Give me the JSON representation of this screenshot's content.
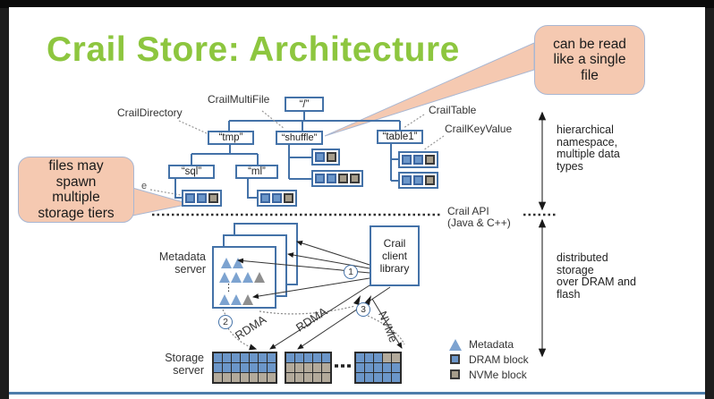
{
  "title": "Crail Store: Architecture",
  "callouts": {
    "single_file": {
      "l1": "can be read",
      "l2": "like a single",
      "l3": "file"
    },
    "tiers": {
      "l1": "files may",
      "l2": "spawn",
      "l3": "multiple",
      "l4": "storage tiers"
    }
  },
  "tree": {
    "root": "“/”",
    "tmp": "“tmp”",
    "shuffle": "“shuffle”",
    "table1": "“table1”",
    "sql": "“sql”",
    "ml": "“ml”",
    "labels": {
      "directory": "CrailDirectory",
      "multifile": "CrailMultiFile",
      "table": "CrailTable",
      "keyvalue": "CrailKeyValue",
      "file_remnant": "e"
    }
  },
  "api": {
    "name": "Crail API",
    "lang": "(Java & C++)"
  },
  "annotations": {
    "namespace": {
      "l1": "hierarchical",
      "l2": "namespace,",
      "l3": "multiple data",
      "l4": "types"
    },
    "distributed": {
      "l1": "distributed",
      "l2": "storage",
      "l3": "over DRAM and",
      "l4": "flash"
    }
  },
  "servers": {
    "metadata": {
      "l1": "Metadata",
      "l2": "server"
    },
    "client": {
      "l1": "Crail",
      "l2": "client",
      "l3": "library"
    },
    "storage": {
      "l1": "Storage",
      "l2": "server"
    }
  },
  "steps": {
    "s1": "1",
    "s2": "2",
    "s3": "3"
  },
  "transports": {
    "rdma1": "RDMA",
    "rdma2": "RDMA",
    "nvme": "NVMe"
  },
  "legend": {
    "metadata": "Metadata",
    "dram": "DRAM block",
    "nvme": "NVMe block"
  },
  "blocks": {
    "sql": [
      "dram",
      "dram",
      "nvme"
    ],
    "ml": [
      "dram",
      "dram",
      "nvme"
    ],
    "shuffle1": [
      "dram",
      "nvme"
    ],
    "shuffle2": [
      "dram",
      "dram",
      "nvme",
      "nvme"
    ],
    "table1a": [
      "dram",
      "dram",
      "nvme"
    ],
    "table1b": [
      "dram",
      "dram",
      "nvme"
    ]
  },
  "metadata_rows": {
    "r1": [
      "blue",
      "blue"
    ],
    "r2": [
      "blue",
      "blue",
      "blue",
      "gray"
    ],
    "r3": [
      "blue",
      "blue",
      "gray"
    ]
  },
  "storage_grids": [
    {
      "rows": [
        [
          "dram",
          "dram",
          "dram",
          "dram",
          "dram",
          "dram",
          "dram"
        ],
        [
          "dram",
          "dram",
          "dram",
          "dram",
          "dram",
          "dram",
          "dram"
        ],
        [
          "nvme",
          "nvme",
          "nvme",
          "nvme",
          "nvme",
          "nvme",
          "nvme"
        ]
      ]
    },
    {
      "rows": [
        [
          "dram",
          "dram",
          "dram",
          "dram",
          "dram"
        ],
        [
          "nvme",
          "nvme",
          "nvme",
          "nvme",
          "nvme"
        ],
        [
          "nvme",
          "nvme",
          "nvme",
          "nvme",
          "nvme"
        ]
      ]
    },
    {
      "rows": [
        [
          "dram",
          "dram",
          "dram",
          "nvme",
          "nvme"
        ],
        [
          "dram",
          "dram",
          "dram",
          "dram",
          "dram"
        ],
        [
          "dram",
          "dram",
          "dram",
          "dram",
          "dram"
        ]
      ]
    }
  ],
  "colors": {
    "title": "#8dc63f",
    "box_border": "#4472a8",
    "dram_block": "#6b96c9",
    "nvme_block": "#a69d8b",
    "callout_fill": "#f5c9b1",
    "callout_border": "#a9b7d2",
    "slide_bottom_line": "#4d7dab"
  }
}
